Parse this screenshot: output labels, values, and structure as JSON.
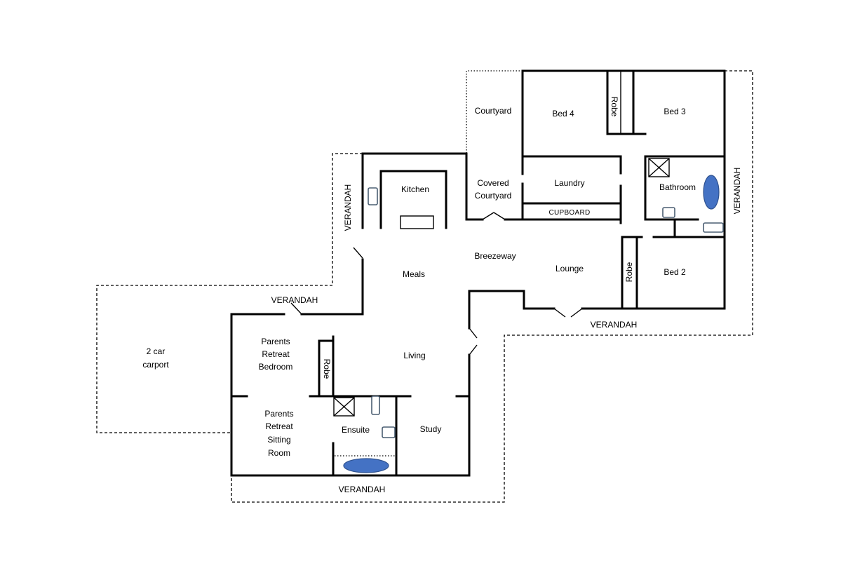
{
  "rooms": {
    "courtyard": "Courtyard",
    "bed4": "Bed 4",
    "robe_top": "Robe",
    "bed3": "Bed 3",
    "kitchen": "Kitchen",
    "covered_courtyard": [
      "Covered",
      "Courtyard"
    ],
    "laundry": "Laundry",
    "cupboard": "CUPBOARD",
    "bathroom": "Bathroom",
    "meals": "Meals",
    "breezeway": "Breezeway",
    "lounge": "Lounge",
    "robe_bed2": "Robe",
    "bed2": "Bed 2",
    "carport": [
      "2 car",
      "carport"
    ],
    "parents_bedroom": [
      "Parents",
      "Retreat",
      "Bedroom"
    ],
    "robe_parents": "Robe",
    "living": "Living",
    "parents_sitting": [
      "Parents",
      "Retreat",
      "Sitting",
      "Room"
    ],
    "ensuite": "Ensuite",
    "study": "Study"
  },
  "verandahs": {
    "west": "VERANDAH",
    "carport_side": "VERANDAH",
    "east": "VERANDAH",
    "south_east": "VERANDAH",
    "south": "VERANDAH"
  },
  "colors": {
    "wall": "#000000",
    "bath_fill": "#4472c4",
    "fixture_outline": "#4a5e72"
  }
}
